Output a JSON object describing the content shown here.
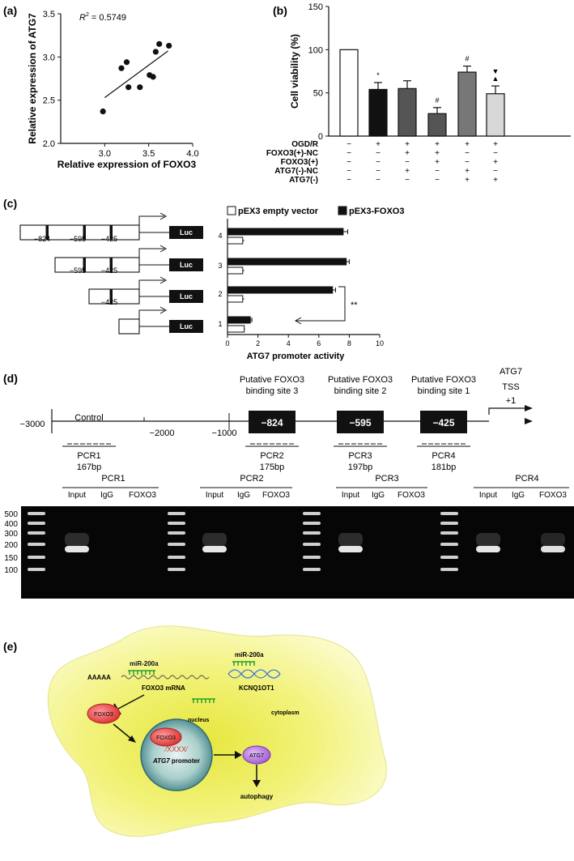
{
  "panels": {
    "a": "(a)",
    "b": "(b)",
    "c": "(c)",
    "d": "(d)",
    "e": "(e)"
  },
  "chart_data": [
    {
      "type": "scatter",
      "panel": "a",
      "xlabel": "Relative expression of FOXO3",
      "ylabel": "Relative expression of ATG7",
      "xlim": [
        2.5,
        4.0
      ],
      "ylim": [
        2.0,
        3.5
      ],
      "xticks": [
        "3.0",
        "3.5",
        "4.0"
      ],
      "yticks": [
        "2.0",
        "2.5",
        "3.0",
        "3.5"
      ],
      "annotation": {
        "r2_symbol": "R",
        "r2_value": " = 0.5749"
      },
      "points": [
        {
          "x": 2.98,
          "y": 2.37
        },
        {
          "x": 3.19,
          "y": 2.87
        },
        {
          "x": 3.25,
          "y": 2.94
        },
        {
          "x": 3.27,
          "y": 2.65
        },
        {
          "x": 3.4,
          "y": 2.65
        },
        {
          "x": 3.51,
          "y": 2.79
        },
        {
          "x": 3.55,
          "y": 2.77
        },
        {
          "x": 3.58,
          "y": 3.06
        },
        {
          "x": 3.62,
          "y": 3.15
        },
        {
          "x": 3.73,
          "y": 3.13
        }
      ],
      "fit_line": {
        "x1": 3.0,
        "y1": 2.53,
        "x2": 3.72,
        "y2": 3.07
      }
    },
    {
      "type": "bar",
      "panel": "b",
      "ylabel": "Cell viability (%)",
      "ylim": [
        0,
        150
      ],
      "yticks": [
        "0",
        "50",
        "100",
        "150"
      ],
      "bars": [
        {
          "value": 100,
          "error": 0,
          "color": "#ffffff",
          "mark": ""
        },
        {
          "value": 54,
          "error": 8,
          "color": "#111111",
          "mark": "*"
        },
        {
          "value": 55,
          "error": 9,
          "color": "#555555",
          "mark": ""
        },
        {
          "value": 26,
          "error": 7,
          "color": "#555555",
          "mark": "#"
        },
        {
          "value": 74,
          "error": 7,
          "color": "#777777",
          "mark": "#"
        },
        {
          "value": 49,
          "error": 9,
          "color": "#d8d8d8",
          "mark": "▼\n▲"
        }
      ],
      "condition_rows": [
        {
          "label": "OGD/R",
          "signs": [
            "−",
            "+",
            "+",
            "+",
            "+",
            "+"
          ]
        },
        {
          "label": "FOXO3(+)-NC",
          "signs": [
            "−",
            "−",
            "+",
            "+",
            "−",
            "−"
          ]
        },
        {
          "label": "FOXO3(+)",
          "signs": [
            "−",
            "−",
            "−",
            "+",
            "−",
            "+"
          ]
        },
        {
          "label": "ATG7(-)-NC",
          "signs": [
            "−",
            "−",
            "+",
            "−",
            "+",
            "−"
          ]
        },
        {
          "label": "ATG7(-)",
          "signs": [
            "−",
            "−",
            "−",
            "−",
            "+",
            "+"
          ]
        }
      ]
    },
    {
      "type": "bar",
      "orientation": "horizontal",
      "panel": "c",
      "xlabel": "ATG7 promoter activity",
      "xlim": [
        0,
        10
      ],
      "xticks": [
        "0",
        "2",
        "4",
        "6",
        "8",
        "10"
      ],
      "categories": [
        "4",
        "3",
        "2",
        "1"
      ],
      "series": [
        {
          "name": "pEX3 empty vector",
          "color": "#ffffff",
          "values": [
            1,
            1,
            1,
            1.1
          ],
          "errors": [
            0.1,
            0.1,
            0.1,
            0.05
          ]
        },
        {
          "name": "pEX3-FOXO3",
          "color": "#111111",
          "values": [
            7.6,
            7.8,
            6.9,
            1.5
          ],
          "errors": [
            0.3,
            0.2,
            0.2,
            0.1
          ]
        }
      ],
      "significance": "**"
    }
  ],
  "panel_c": {
    "luc_label": "Luc",
    "constructs": [
      {
        "labels": [
          "−824",
          "−595",
          "−425"
        ]
      },
      {
        "labels": [
          "−595",
          "−425"
        ]
      },
      {
        "labels": [
          "−425"
        ]
      },
      {
        "labels": []
      }
    ]
  },
  "panel_d": {
    "start": "−3000",
    "control": "Control",
    "tick_2000": "−2000",
    "tick_1000": "−1000",
    "sites": [
      {
        "title1": "Putative FOXO3",
        "title2": "binding site 3",
        "label": "−824"
      },
      {
        "title1": "Putative FOXO3",
        "title2": "binding site 2",
        "label": "−595"
      },
      {
        "title1": "Putative FOXO3",
        "title2": "binding site 1",
        "label": "−425"
      }
    ],
    "tss": {
      "line1": "ATG7",
      "line2": "TSS",
      "line3": "+1"
    },
    "pcrs": [
      {
        "name": "PCR1",
        "size": "167bp"
      },
      {
        "name": "PCR2",
        "size": "175bp"
      },
      {
        "name": "PCR3",
        "size": "197bp"
      },
      {
        "name": "PCR4",
        "size": "181bp"
      }
    ],
    "gel": {
      "lane_labels": [
        "Input",
        "IgG",
        "FOXO3"
      ],
      "markers": [
        "500",
        "400",
        "300",
        "200",
        "150",
        "100"
      ]
    }
  },
  "panel_e": {
    "mirna1": "miR-200a",
    "polyA": "AAAAA",
    "mrna": "FOXO3  mRNA",
    "mirna2": "miR-200a",
    "lncrna": "KCNQ1OT1",
    "foxo3_cyto": "FOXO3",
    "foxo3_nuc": "FOXO3",
    "nucleus": "nucleus",
    "cytoplasm": "cytoplasm",
    "promoter_marks": "⁄XXXX⁄",
    "promoter_gene": "ATG7",
    "promoter_word": " promoter",
    "atg7": "ATG7",
    "autophagy": "autophagy"
  }
}
